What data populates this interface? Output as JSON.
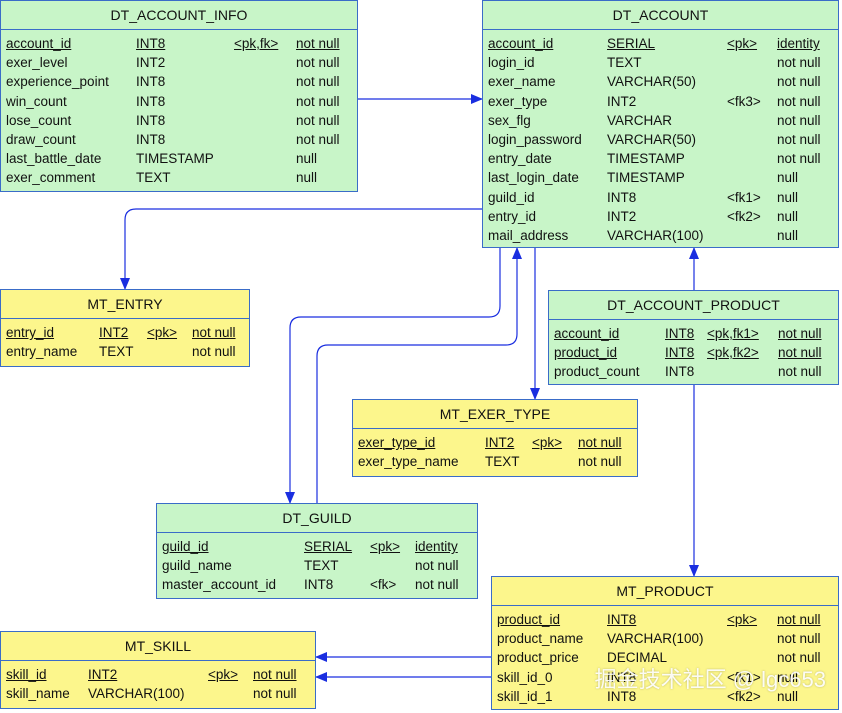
{
  "tables": {
    "dt_account_info": {
      "title": "DT_ACCOUNT_INFO",
      "rows": [
        {
          "name": "account_id",
          "type": "INT8",
          "key": "<pk,fk>",
          "null": "not null",
          "pk": true
        },
        {
          "name": "exer_level",
          "type": "INT2",
          "key": "",
          "null": "not null"
        },
        {
          "name": "experience_point",
          "type": "INT8",
          "key": "",
          "null": "not null"
        },
        {
          "name": "win_count",
          "type": "INT8",
          "key": "",
          "null": "not null"
        },
        {
          "name": "lose_count",
          "type": "INT8",
          "key": "",
          "null": "not null"
        },
        {
          "name": "draw_count",
          "type": "INT8",
          "key": "",
          "null": "not null"
        },
        {
          "name": "last_battle_date",
          "type": "TIMESTAMP",
          "key": "",
          "null": "null"
        },
        {
          "name": "exer_comment",
          "type": "TEXT",
          "key": "",
          "null": "null"
        }
      ]
    },
    "dt_account": {
      "title": "DT_ACCOUNT",
      "rows": [
        {
          "name": "account_id",
          "type": "SERIAL",
          "key": "<pk>",
          "null": "identity",
          "pk": true
        },
        {
          "name": "login_id",
          "type": "TEXT",
          "key": "",
          "null": "not null"
        },
        {
          "name": "exer_name",
          "type": "VARCHAR(50)",
          "key": "",
          "null": "not null"
        },
        {
          "name": "exer_type",
          "type": "INT2",
          "key": "<fk3>",
          "null": "not null"
        },
        {
          "name": "sex_flg",
          "type": "VARCHAR",
          "key": "",
          "null": "not null"
        },
        {
          "name": "login_password",
          "type": "VARCHAR(50)",
          "key": "",
          "null": "not null"
        },
        {
          "name": "entry_date",
          "type": "TIMESTAMP",
          "key": "",
          "null": "not null"
        },
        {
          "name": "last_login_date",
          "type": "TIMESTAMP",
          "key": "",
          "null": "null"
        },
        {
          "name": "guild_id",
          "type": "INT8",
          "key": "<fk1>",
          "null": "null"
        },
        {
          "name": "entry_id",
          "type": "INT2",
          "key": "<fk2>",
          "null": "null"
        },
        {
          "name": "mail_address",
          "type": "VARCHAR(100)",
          "key": "",
          "null": "null"
        }
      ]
    },
    "mt_entry": {
      "title": "MT_ENTRY",
      "rows": [
        {
          "name": "entry_id",
          "type": "INT2",
          "key": "<pk>",
          "null": "not null",
          "pk": true
        },
        {
          "name": "entry_name",
          "type": "TEXT",
          "key": "",
          "null": "not null"
        }
      ]
    },
    "dt_account_product": {
      "title": "DT_ACCOUNT_PRODUCT",
      "rows": [
        {
          "name": "account_id",
          "type": "INT8",
          "key": "<pk,fk1>",
          "null": "not null",
          "pk": true
        },
        {
          "name": "product_id",
          "type": "INT8",
          "key": "<pk,fk2>",
          "null": "not null",
          "pk": true
        },
        {
          "name": "product_count",
          "type": "INT8",
          "key": "",
          "null": "not null"
        }
      ]
    },
    "mt_exer_type": {
      "title": "MT_EXER_TYPE",
      "rows": [
        {
          "name": "exer_type_id",
          "type": "INT2",
          "key": "<pk>",
          "null": "not null",
          "pk": true
        },
        {
          "name": "exer_type_name",
          "type": "TEXT",
          "key": "",
          "null": "not null"
        }
      ]
    },
    "dt_guild": {
      "title": "DT_GUILD",
      "rows": [
        {
          "name": "guild_id",
          "type": "SERIAL",
          "key": "<pk>",
          "null": "identity",
          "pk": true
        },
        {
          "name": "guild_name",
          "type": "TEXT",
          "key": "",
          "null": "not null"
        },
        {
          "name": "master_account_id",
          "type": "INT8",
          "key": "<fk>",
          "null": "not null"
        }
      ]
    },
    "mt_product": {
      "title": "MT_PRODUCT",
      "rows": [
        {
          "name": "product_id",
          "type": "INT8",
          "key": "<pk>",
          "null": "not null",
          "pk": true
        },
        {
          "name": "product_name",
          "type": "VARCHAR(100)",
          "key": "",
          "null": "not null"
        },
        {
          "name": "product_price",
          "type": "DECIMAL",
          "key": "",
          "null": "not null"
        },
        {
          "name": "skill_id_0",
          "type": "INT8",
          "key": "<fk1>",
          "null": "null"
        },
        {
          "name": "skill_id_1",
          "type": "INT8",
          "key": "<fk2>",
          "null": "null"
        }
      ]
    },
    "mt_skill": {
      "title": "MT_SKILL",
      "rows": [
        {
          "name": "skill_id",
          "type": "INT2",
          "key": "<pk>",
          "null": "not null",
          "pk": true
        },
        {
          "name": "skill_name",
          "type": "VARCHAR(100)",
          "key": "",
          "null": "not null"
        }
      ]
    }
  },
  "watermark": "掘金技术社区 @ lgc653",
  "colors": {
    "entity_green": "#c8f5c8",
    "entity_yellow": "#fcf68c",
    "line_blue": "#1a2ee0",
    "border_blue": "#3a6cc8"
  }
}
